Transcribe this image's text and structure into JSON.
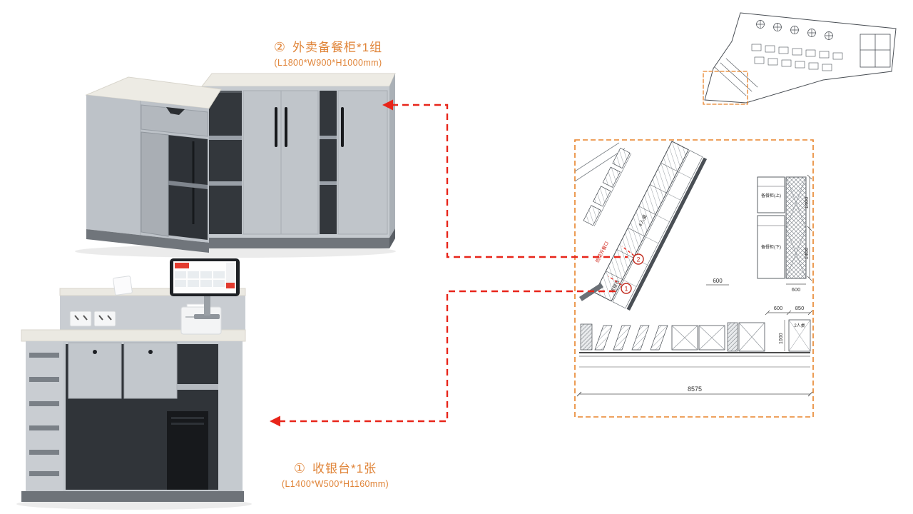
{
  "callouts": {
    "cabinet": {
      "num": "②",
      "title": "外卖备餐柜*1组",
      "size": "(L1800*W900*H1000mm)"
    },
    "cashier": {
      "num": "①",
      "title": "收银台*1张",
      "size": "(L1400*W500*H1160mm)"
    }
  },
  "detail_plan": {
    "markers": {
      "one": "1",
      "two": "2"
    },
    "dims": {
      "mid600": "600",
      "right600": "600",
      "bottom600": "600",
      "d850": "850",
      "top1400": "1400",
      "bottom1400": "1400",
      "depth1000": "1000",
      "total8575": "8575"
    },
    "labels": {
      "cab_up": "备餐柜(上)",
      "cab_down": "备餐柜(下)",
      "table2": "2人桌",
      "table4": "4人桌",
      "serve": "热菜开餐口",
      "cashier_tag": "收银台"
    }
  },
  "colors": {
    "accent_orange": "#e08438",
    "arrow_red": "#e8251a",
    "plan_line": "#4a4f55"
  }
}
